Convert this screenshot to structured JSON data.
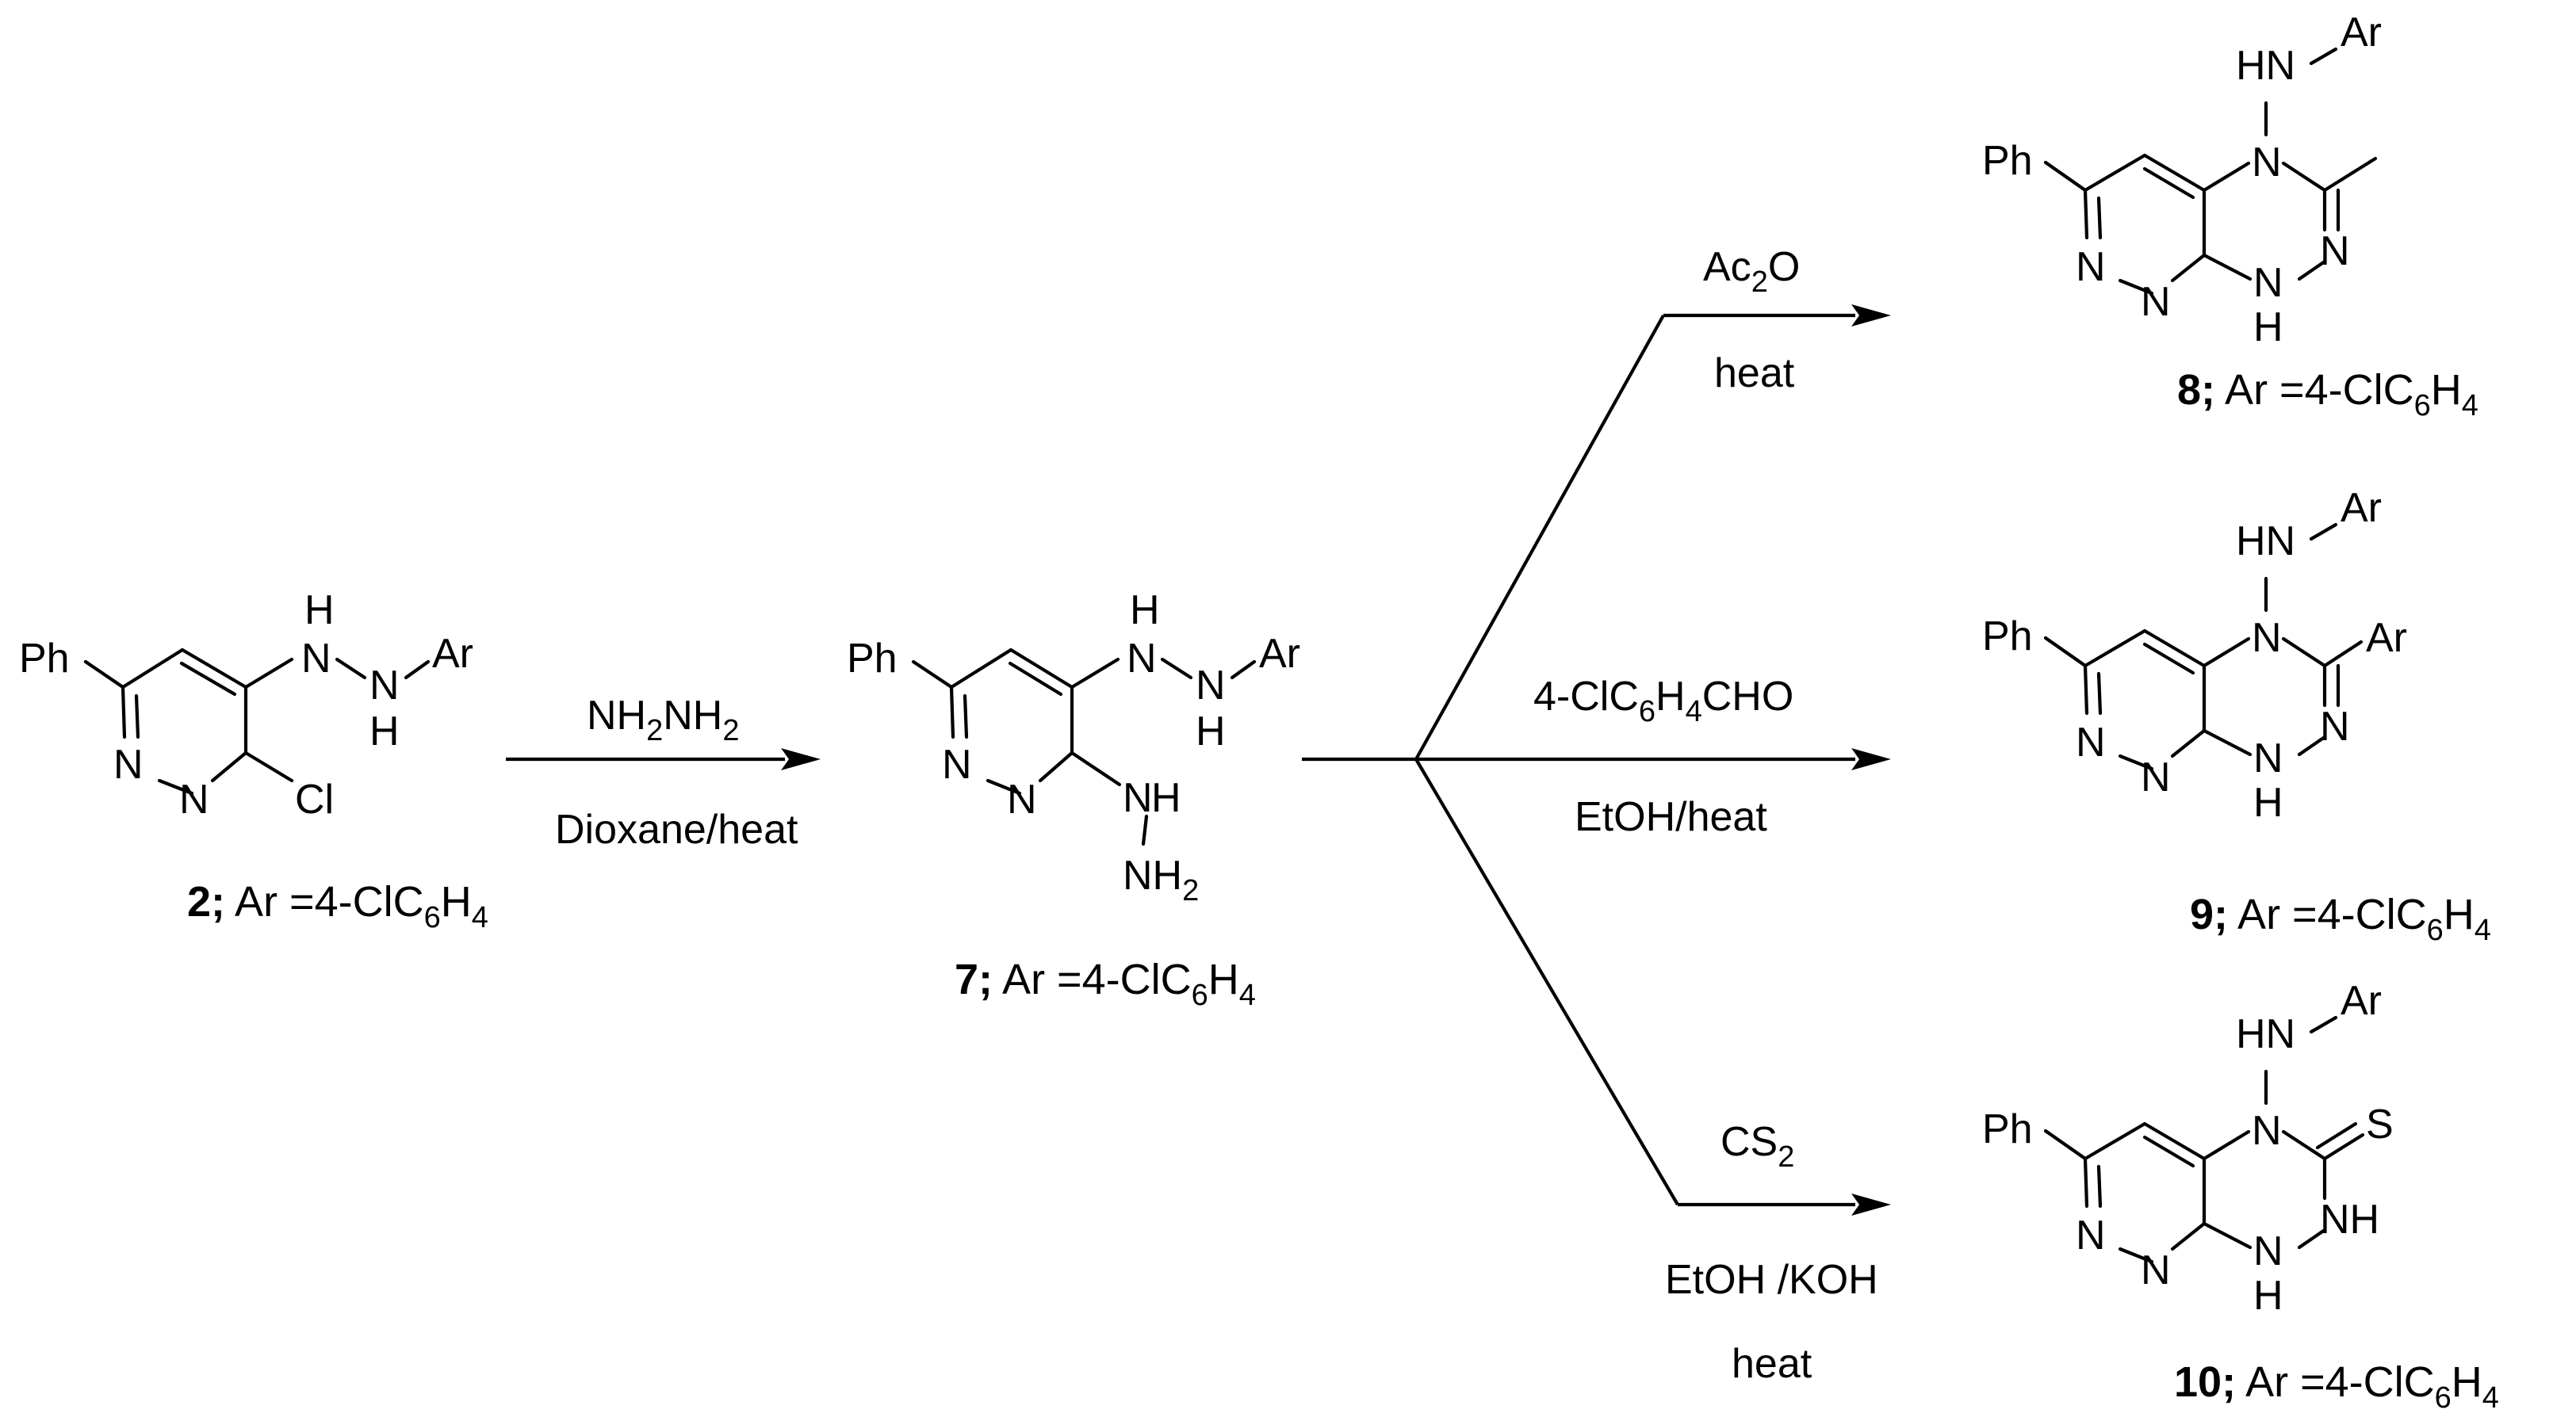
{
  "compound_2": {
    "number": "2",
    "semicolon": ";",
    "caption_prefix": " Ar =4-ClC",
    "sub_1": "6",
    "h": "H",
    "sub_2": "4",
    "ph": "Ph",
    "ar": "Ar",
    "cl": "Cl"
  },
  "compound_7": {
    "number": "7",
    "semicolon": ";",
    "caption_prefix": " Ar =4-ClC",
    "sub_1": "6",
    "h": "H",
    "sub_2": "4",
    "ph": "Ph",
    "ar": "Ar",
    "nh2": "NH"
  },
  "compound_8": {
    "number": "8",
    "semicolon": ";",
    "caption_prefix": " Ar =4-ClC",
    "sub_1": "6",
    "h": "H",
    "sub_2": "4",
    "ph": "Ph",
    "hn": "HN",
    "ar": "Ar"
  },
  "compound_9": {
    "number": "9",
    "semicolon": ";",
    "caption_prefix": " Ar =4-ClC",
    "sub_1": "6",
    "h": "H",
    "sub_2": "4",
    "ph": "Ph",
    "hn": "HN",
    "ar": "Ar",
    "ar_ring": "Ar"
  },
  "compound_10": {
    "number": "10",
    "semicolon": ";",
    "caption_prefix": " Ar =4-ClC",
    "sub_1": "6",
    "h": "H",
    "sub_2": "4",
    "ph": "Ph",
    "hn": "HN",
    "ar": "Ar",
    "s": "S",
    "nh": "NH"
  },
  "atoms": {
    "n": "N",
    "h": "H",
    "two": "2"
  },
  "step_1": {
    "reagent_nh": "NH",
    "reagent_sub_a": "2",
    "reagent_nh_b": "NH",
    "reagent_sub_b": "2",
    "conditions": "Dioxane/heat"
  },
  "step_2": {
    "reagent_ac": "Ac",
    "reagent_sub": "2",
    "reagent_o": "O",
    "conditions": "heat"
  },
  "step_3": {
    "reagent_a": "4-ClC",
    "reagent_sub_a": "6",
    "reagent_b": "H",
    "reagent_sub_b": "4",
    "reagent_c": "CHO",
    "conditions": "EtOH/heat"
  },
  "step_4": {
    "reagent_cs": "CS",
    "reagent_sub": "2",
    "conditions_1": "EtOH /KOH",
    "conditions_2": "heat"
  }
}
